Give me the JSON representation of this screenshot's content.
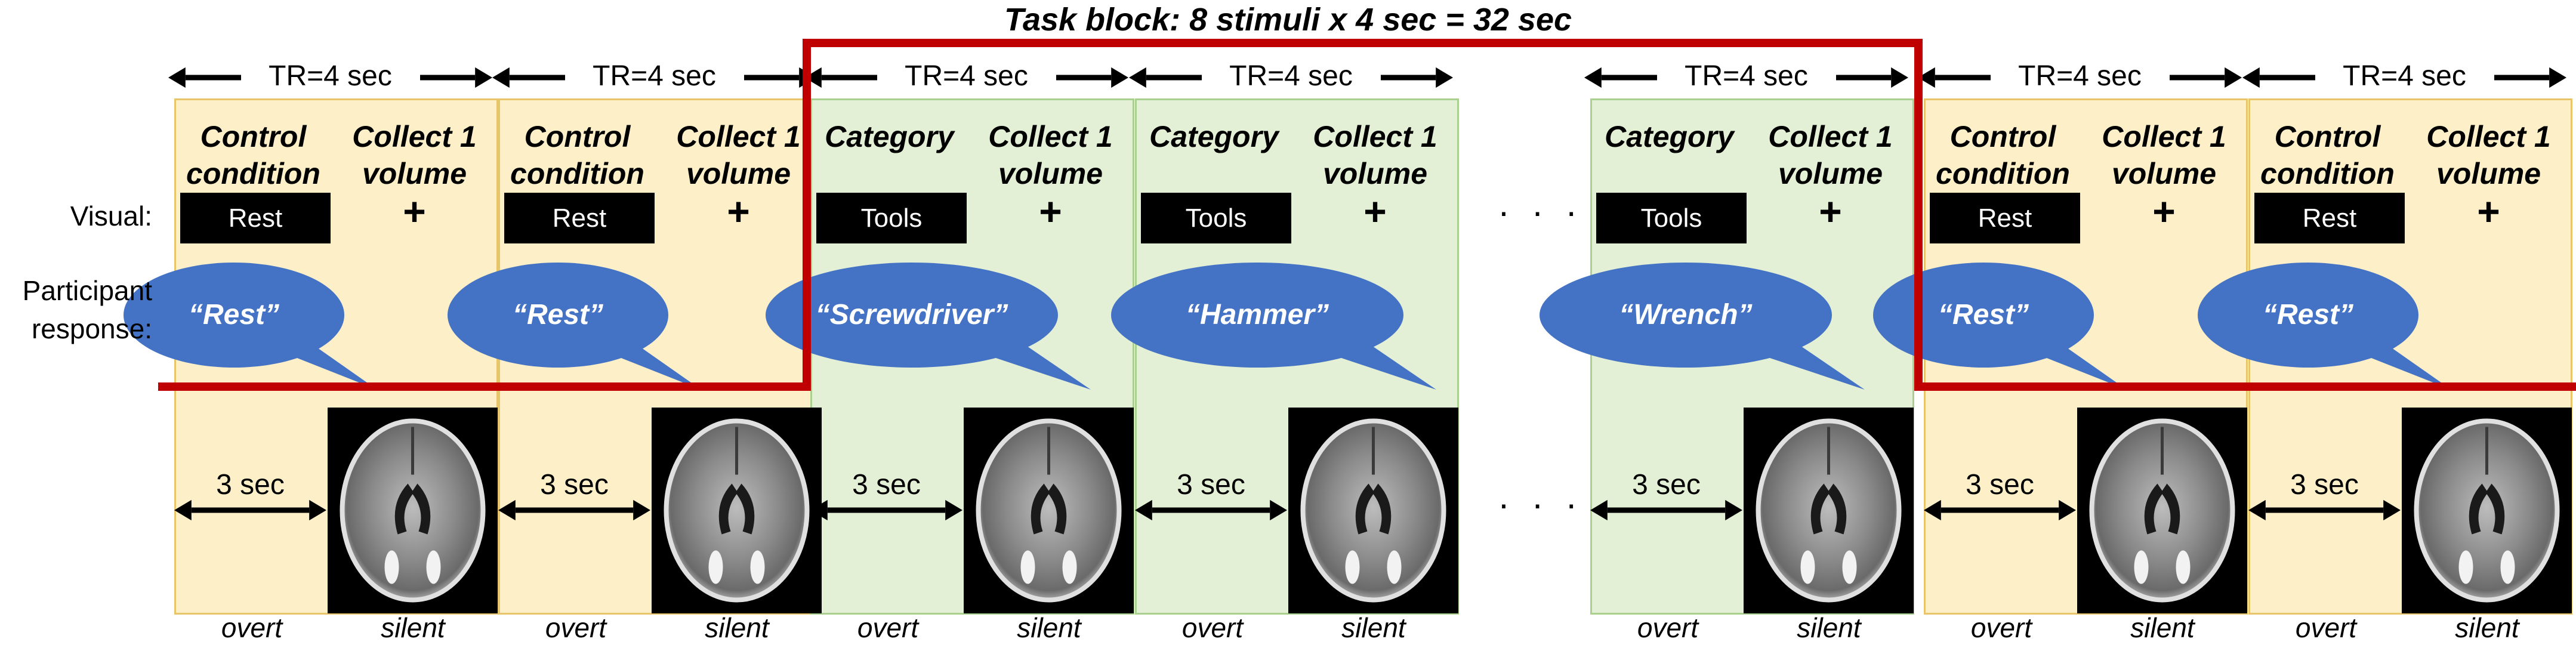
{
  "title": "Task block: 8 stimuli x 4 sec = 32 sec",
  "row_labels": {
    "visual": "Visual:",
    "participant": "Participant\nresponse:"
  },
  "tr_label": "TR=4 sec",
  "ellipsis": "· · ·",
  "blocks": [
    {
      "type": "control",
      "condition": "Control\ncondition",
      "collect": "Collect 1\nvolume",
      "stimulus": "Rest",
      "cross": "+",
      "response": "“Rest”",
      "duration": "3 sec",
      "bottom_left": "overt",
      "bottom_right": "silent"
    },
    {
      "type": "control",
      "condition": "Control\ncondition",
      "collect": "Collect 1\nvolume",
      "stimulus": "Rest",
      "cross": "+",
      "response": "“Rest”",
      "duration": "3 sec",
      "bottom_left": "overt",
      "bottom_right": "silent"
    },
    {
      "type": "task",
      "condition": "Category",
      "collect": "Collect 1\nvolume",
      "stimulus": "Tools",
      "cross": "+",
      "response": "“Screwdriver”",
      "duration": "3 sec",
      "bottom_left": "overt",
      "bottom_right": "silent"
    },
    {
      "type": "task",
      "condition": "Category",
      "collect": "Collect 1\nvolume",
      "stimulus": "Tools",
      "cross": "+",
      "response": "“Hammer”",
      "duration": "3 sec",
      "bottom_left": "overt",
      "bottom_right": "silent"
    },
    {
      "type": "task",
      "condition": "Category",
      "collect": "Collect 1\nvolume",
      "stimulus": "Tools",
      "cross": "+",
      "response": "“Wrench”",
      "duration": "3 sec",
      "bottom_left": "overt",
      "bottom_right": "silent"
    },
    {
      "type": "control",
      "condition": "Control\ncondition",
      "collect": "Collect 1\nvolume",
      "stimulus": "Rest",
      "cross": "+",
      "response": "“Rest”",
      "duration": "3 sec",
      "bottom_left": "overt",
      "bottom_right": "silent"
    },
    {
      "type": "control",
      "condition": "Control\ncondition",
      "collect": "Collect 1\nvolume",
      "stimulus": "Rest",
      "cross": "+",
      "response": "“Rest”",
      "duration": "3 sec",
      "bottom_left": "overt",
      "bottom_right": "silent"
    }
  ],
  "colors": {
    "control_fill": "#fdefc8",
    "task_fill": "#e3f0d6",
    "bubble": "#4472c4",
    "task_outline": "#c00000"
  }
}
